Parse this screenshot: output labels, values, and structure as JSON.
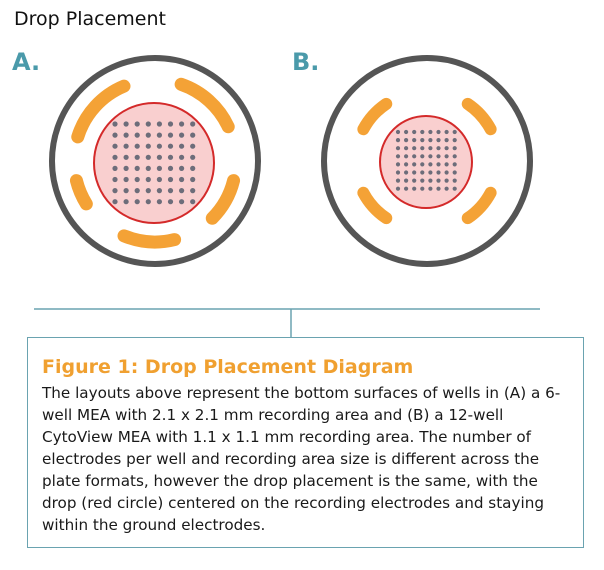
{
  "header": {
    "title": "Drop Placement"
  },
  "panels": [
    {
      "label": "A."
    },
    {
      "label": "B."
    }
  ],
  "caption": {
    "title": "Figure 1: Drop Placement Diagram",
    "body": "The layouts above represent the bottom surfaces of wells in (A) a 6-well MEA with 2.1 x 2.1 mm recording area and (B) a 12-well CytoView MEA with 1.1 x 1.1 mm recording area. The number of electrodes per well and recording area size is different across the plate formats, however the drop placement is the same, with the drop (red circle) centered on the recording electrodes and staying within the ground electrodes."
  },
  "colors": {
    "accent_teal": "#4a9aaa",
    "accent_orange": "#f0a030",
    "well_outline": "#555555",
    "ground_electrode": "#f4a236",
    "drop_fill": "#f9cfcf",
    "drop_outline": "#d42a2a",
    "recording_electrode": "#6d6d7a",
    "connector_line": "#6aa3b0"
  }
}
